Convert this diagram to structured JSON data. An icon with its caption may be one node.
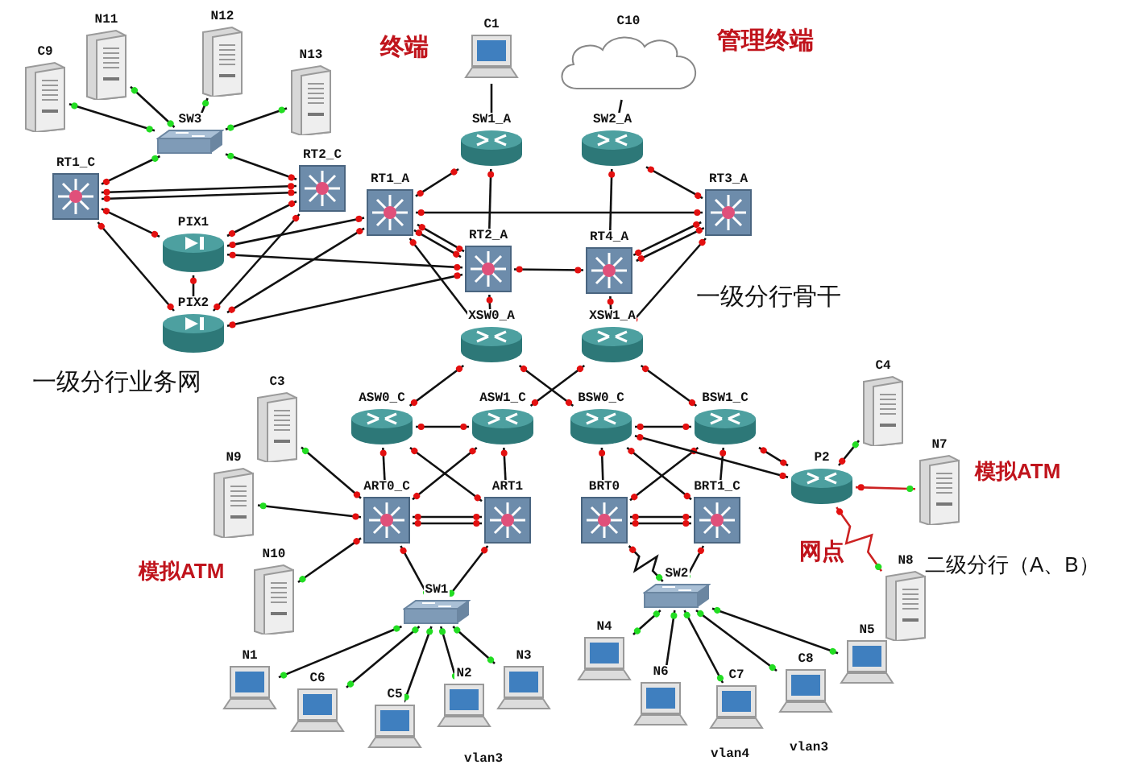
{
  "diagram": {
    "nodes": [
      {
        "text": [
          "N11"
        ]
      },
      {
        "text": [
          "N12"
        ]
      },
      {
        "text": [
          "C9"
        ]
      },
      {
        "text": [
          "N13"
        ]
      },
      {
        "text": [
          "SW3"
        ]
      },
      {
        "text": [
          "RT1_C"
        ]
      },
      {
        "text": [
          "RT2_C"
        ]
      },
      {
        "text": [
          "PIX1"
        ]
      },
      {
        "text": [
          "PIX2"
        ]
      },
      {
        "text": [
          "C1"
        ]
      },
      {
        "text": [
          "C10"
        ]
      },
      {
        "text": [
          "SW1_A"
        ]
      },
      {
        "text": [
          "SW2_A"
        ]
      },
      {
        "text": [
          "RT1_A"
        ]
      },
      {
        "text": [
          "RT3_A"
        ]
      },
      {
        "text": [
          "RT2_A"
        ]
      },
      {
        "text": [
          "RT4_A"
        ]
      },
      {
        "text": [
          "XSW0_A"
        ]
      },
      {
        "text": [
          "XSW1_A"
        ]
      },
      {
        "text": [
          "C3"
        ]
      },
      {
        "text": [
          "ASW0_C"
        ]
      },
      {
        "text": [
          "ASW1_C"
        ]
      },
      {
        "text": [
          "N9"
        ]
      },
      {
        "text": [
          "ART0_C"
        ]
      },
      {
        "text": [
          "ART1"
        ]
      },
      {
        "text": [
          "N10"
        ]
      },
      {
        "text": [
          "SW1"
        ]
      },
      {
        "text": [
          "N1"
        ]
      },
      {
        "text": [
          "C6"
        ]
      },
      {
        "text": [
          "C5"
        ]
      },
      {
        "text": [
          "N2"
        ]
      },
      {
        "text": [
          "N3"
        ]
      },
      {
        "text": [
          "BSW0_C"
        ]
      },
      {
        "text": [
          "BSW1_C"
        ]
      },
      {
        "text": [
          "BRT0"
        ]
      },
      {
        "text": [
          "BRT1_C"
        ]
      },
      {
        "text": [
          "C4"
        ]
      },
      {
        "text": [
          "P2"
        ]
      },
      {
        "text": [
          "N7"
        ]
      },
      {
        "text": [
          "N8"
        ]
      },
      {
        "text": [
          "SW2"
        ]
      },
      {
        "text": [
          "N4"
        ]
      },
      {
        "text": [
          "N6"
        ]
      },
      {
        "text": [
          "C7"
        ]
      },
      {
        "text": [
          "C8"
        ]
      },
      {
        "text": [
          "N5"
        ]
      }
    ],
    "edges": [
      {
        "from": 0,
        "to": 4,
        "arrow": "other"
      },
      {
        "from": 1,
        "to": 4,
        "arrow": "other"
      },
      {
        "from": 2,
        "to": 4,
        "arrow": "other"
      },
      {
        "from": 3,
        "to": 4,
        "arrow": "other"
      },
      {
        "from": 4,
        "to": 5,
        "arrow": "other"
      },
      {
        "from": 4,
        "to": 6,
        "arrow": "other"
      },
      {
        "from": 5,
        "to": 6,
        "arrow": "other"
      },
      {
        "from": 5,
        "to": 6,
        "arrow": "other"
      },
      {
        "from": 5,
        "to": 7,
        "arrow": "other"
      },
      {
        "from": 5,
        "to": 8,
        "arrow": "other"
      },
      {
        "from": 6,
        "to": 7,
        "arrow": "other"
      },
      {
        "from": 6,
        "to": 8,
        "arrow": "other"
      },
      {
        "from": 7,
        "to": 8,
        "arrow": "other"
      },
      {
        "from": 7,
        "to": 13,
        "arrow": "other"
      },
      {
        "from": 8,
        "to": 13,
        "arrow": "other"
      },
      {
        "from": 7,
        "to": 15,
        "arrow": "other"
      },
      {
        "from": 8,
        "to": 15,
        "arrow": "other"
      },
      {
        "from": 9,
        "to": 11,
        "arrow": "none"
      },
      {
        "from": 10,
        "to": 12,
        "arrow": "none"
      },
      {
        "from": 13,
        "to": 11,
        "arrow": "other"
      },
      {
        "from": 13,
        "to": 14,
        "arrow": "other"
      },
      {
        "from": 13,
        "to": 15,
        "arrow": "other"
      },
      {
        "from": 13,
        "to": 15,
        "arrow": "other"
      },
      {
        "from": 13,
        "to": 17,
        "arrow": "other"
      },
      {
        "from": 11,
        "to": 15,
        "arrow": "other"
      },
      {
        "from": 15,
        "to": 16,
        "arrow": "other"
      },
      {
        "from": 15,
        "to": 17,
        "arrow": "other"
      },
      {
        "from": 12,
        "to": 16,
        "arrow": "other"
      },
      {
        "from": 12,
        "to": 14,
        "arrow": "other"
      },
      {
        "from": 14,
        "to": 16,
        "arrow": "other"
      },
      {
        "from": 14,
        "to": 16,
        "arrow": "other"
      },
      {
        "from": 14,
        "to": 18,
        "arrow": "other"
      },
      {
        "from": 16,
        "to": 18,
        "arrow": "other"
      },
      {
        "from": 17,
        "to": 20,
        "arrow": "other"
      },
      {
        "from": 17,
        "to": 32,
        "arrow": "other"
      },
      {
        "from": 18,
        "to": 21,
        "arrow": "other"
      },
      {
        "from": 18,
        "to": 33,
        "arrow": "other"
      },
      {
        "from": 20,
        "to": 21,
        "arrow": "other"
      },
      {
        "from": 20,
        "to": 23,
        "arrow": "other"
      },
      {
        "from": 20,
        "to": 24,
        "arrow": "other"
      },
      {
        "from": 21,
        "to": 23,
        "arrow": "other"
      },
      {
        "from": 21,
        "to": 24,
        "arrow": "other"
      },
      {
        "from": 23,
        "to": 24,
        "arrow": "other"
      },
      {
        "from": 23,
        "to": 24,
        "arrow": "other"
      },
      {
        "from": 19,
        "to": 23,
        "arrow": "other"
      },
      {
        "from": 22,
        "to": 23,
        "arrow": "other"
      },
      {
        "from": 25,
        "to": 23,
        "arrow": "other"
      },
      {
        "from": 23,
        "to": 26,
        "arrow": "other"
      },
      {
        "from": 24,
        "to": 26,
        "arrow": "other"
      },
      {
        "from": 26,
        "to": 27,
        "arrow": "other"
      },
      {
        "from": 26,
        "to": 28,
        "arrow": "other"
      },
      {
        "from": 26,
        "to": 29,
        "arrow": "other"
      },
      {
        "from": 26,
        "to": 30,
        "arrow": "other"
      },
      {
        "from": 26,
        "to": 31,
        "arrow": "other"
      },
      {
        "from": 32,
        "to": 33,
        "arrow": "other"
      },
      {
        "from": 32,
        "to": 34,
        "arrow": "other"
      },
      {
        "from": 32,
        "to": 35,
        "arrow": "other"
      },
      {
        "from": 33,
        "to": 34,
        "arrow": "other"
      },
      {
        "from": 33,
        "to": 35,
        "arrow": "other"
      },
      {
        "from": 34,
        "to": 35,
        "arrow": "other"
      },
      {
        "from": 34,
        "to": 35,
        "arrow": "other"
      },
      {
        "from": 32,
        "to": 37,
        "arrow": "other"
      },
      {
        "from": 33,
        "to": 37,
        "arrow": "other"
      },
      {
        "from": 36,
        "to": 37,
        "arrow": "other"
      },
      {
        "from": 37,
        "to": 38,
        "arrow": "other",
        "color": "#cc2222"
      },
      {
        "from": 37,
        "to": 39,
        "arrow": "other",
        "color": "#cc2222"
      },
      {
        "from": 34,
        "to": 40,
        "arrow": "other"
      },
      {
        "from": 35,
        "to": 40,
        "arrow": "other"
      },
      {
        "from": 40,
        "to": 41,
        "arrow": "other"
      },
      {
        "from": 40,
        "to": 42,
        "arrow": "other"
      },
      {
        "from": 40,
        "to": 43,
        "arrow": "other"
      },
      {
        "from": 40,
        "to": 44,
        "arrow": "other"
      },
      {
        "from": 40,
        "to": 45,
        "arrow": "other"
      }
    ],
    "labels": [
      "终端",
      "管理终端",
      "一级分行骨干",
      "一级分行业务网",
      "模拟ATM",
      "模拟ATM",
      "网点",
      "二级分行（A、B）",
      "vlan3",
      "vlan4",
      "vlan3"
    ]
  }
}
